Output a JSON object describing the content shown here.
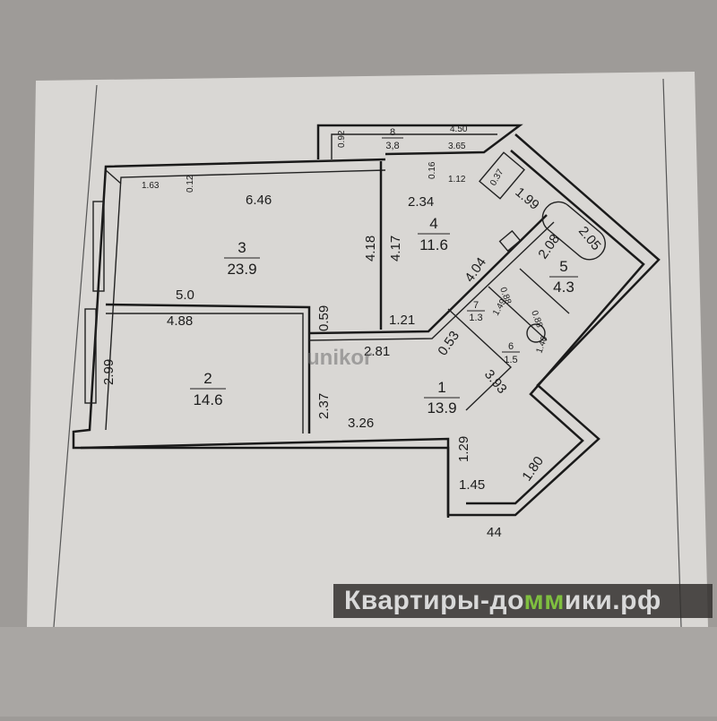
{
  "watermark": {
    "text_a": "Квартиры-до",
    "text_house": "мм",
    "text_b": "ики.рф"
  },
  "logo": {
    "text": "unikor"
  },
  "rooms": [
    {
      "num": "1",
      "area": "13.9"
    },
    {
      "num": "2",
      "area": "14.6"
    },
    {
      "num": "3",
      "area": "23.9"
    },
    {
      "num": "4",
      "area": "11.6"
    },
    {
      "num": "5",
      "area": "4.3"
    },
    {
      "num": "6",
      "area": "1.5"
    },
    {
      "num": "7",
      "area": "1.3"
    },
    {
      "num": "8",
      "area": "3,8"
    }
  ],
  "dimensions": {
    "d_092": "0.92",
    "d_450": "4.50",
    "d_365": "3.65",
    "d_016": "0.16",
    "d_112": "1.12",
    "d_037": "0.37",
    "d_199": "1.99",
    "d_234": "2.34",
    "d_163": "1.63",
    "d_012": "0.12",
    "d_646": "6.46",
    "d_418": "4.18",
    "d_417": "4.17",
    "d_208": "2.08",
    "d_205": "2.05",
    "d_404": "4.04",
    "d_50": "5.0",
    "d_488": "4.88",
    "d_059": "0.59",
    "d_121": "1.21",
    "d_088": "0.88",
    "d_149": "1.49",
    "d_088b": "0.88",
    "d_053": "0.53",
    "d_281": "2.81",
    "d_299": "2.99",
    "d_237": "2.37",
    "d_393": "3.93",
    "d_326": "3.26",
    "d_129": "1.29",
    "d_180": "1.80",
    "d_145": "1.45",
    "d_44": "44",
    "d_140": "1.40"
  },
  "colors": {
    "paper": "#d9d7d4",
    "watermark_bg": "#323030",
    "watermark_green": "#7fbf3f"
  }
}
